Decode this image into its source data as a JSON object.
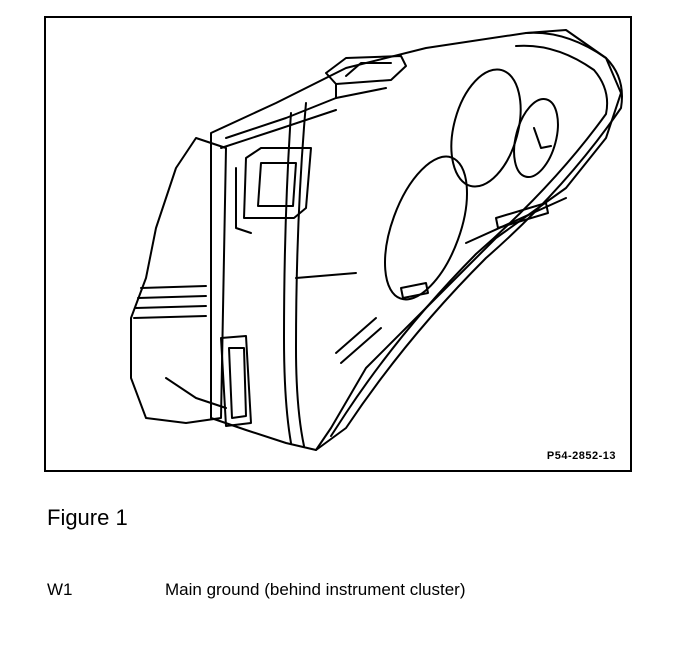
{
  "figure": {
    "code": "P54-2852-13",
    "caption": "Figure 1"
  },
  "legend": [
    {
      "code": "W1",
      "description": "Main ground (behind instrument cluster)"
    }
  ]
}
